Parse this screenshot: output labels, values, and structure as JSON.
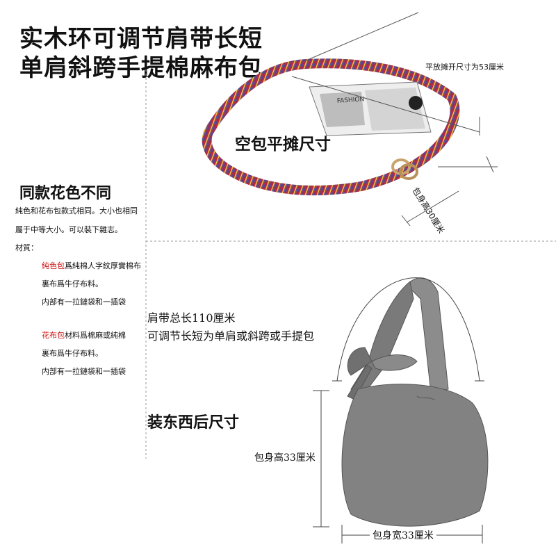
{
  "title": {
    "line1": "实木环可调节肩带长短",
    "line2": "单肩斜跨手提棉麻布包"
  },
  "top_diagram": {
    "flat_size": "平放摊开尺寸为53厘米",
    "empty_bag_caption": "空包平摊尺寸",
    "body_height": "包身高30厘米",
    "magazine_text": "FASHION"
  },
  "left_info": {
    "heading": "同款花色不同",
    "desc1": "純色和花布包款式相同。大小也相同",
    "desc2": "屬于中等大小。可以裝下雜志。",
    "material_label": "材質：",
    "solid": {
      "name": "純色包",
      "rest": "爲純棉人字紋厚實棉布",
      "line2": "裏布爲牛仔布料。",
      "line3": "内部有一拉鏈袋和一插袋"
    },
    "floral": {
      "name": "花布包",
      "rest": "材料爲棉麻或純棉",
      "line2": "裏布爲牛仔布料。",
      "line3": "内部有一拉鏈袋和一插袋"
    }
  },
  "bottom_diagram": {
    "strap_length": "肩带总长110厘米",
    "strap_adjust": "可调节长短为单肩或斜跨或手提包",
    "filled_caption": "装东西后尺寸",
    "body_height": "包身高33厘米",
    "body_width": "包身宽33厘米"
  },
  "colors": {
    "stripe_red": "#c0282e",
    "stripe_purple": "#6a3c8c",
    "bag_gray": "#828282",
    "accent_red": "#cc1111"
  }
}
